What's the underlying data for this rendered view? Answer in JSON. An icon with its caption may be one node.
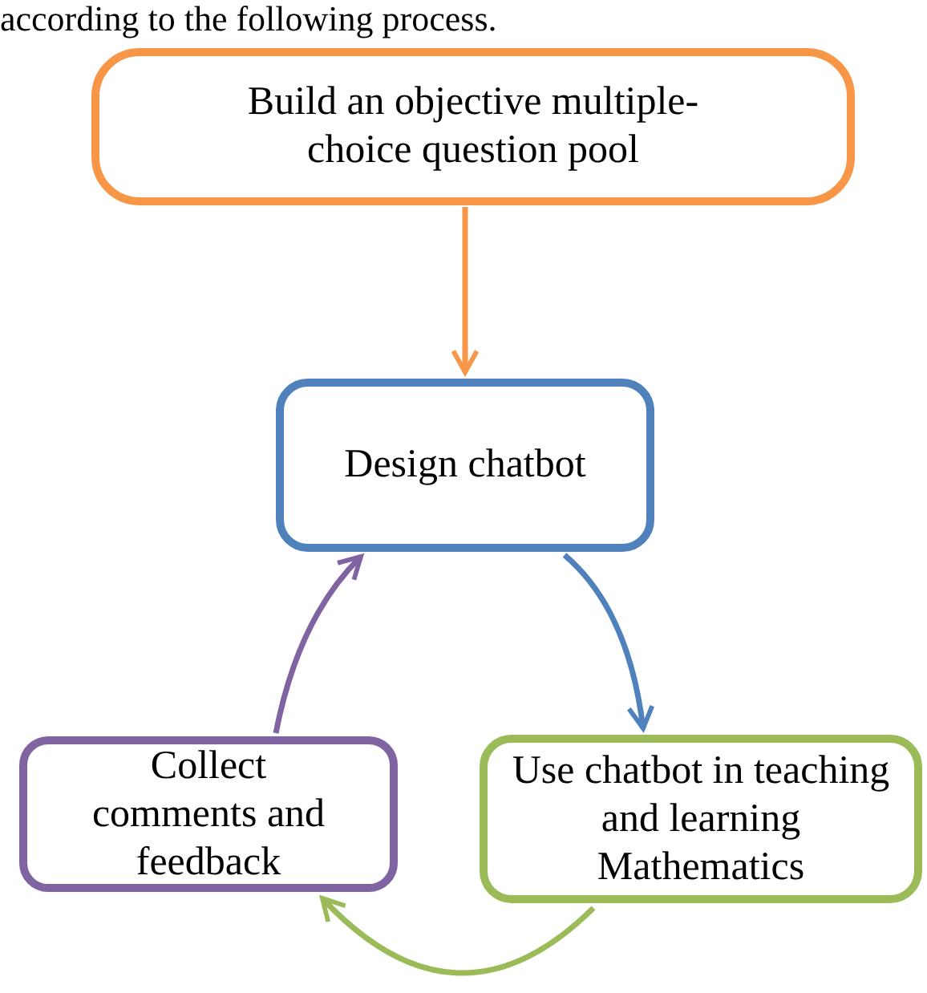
{
  "diagram": {
    "nodes": [
      {
        "text": [
          "Build an objective multiple-choice question pool"
        ]
      },
      {
        "text": [
          "Design chatbot"
        ]
      },
      {
        "text": [
          "Use chatbot in teaching and learning Mathematics"
        ]
      },
      {
        "text": [
          "Collect comments and feedback"
        ]
      }
    ],
    "edges": [
      {
        "from": 0,
        "to": 1,
        "arrow": "to",
        "color": "#f79646"
      },
      {
        "from": 1,
        "to": 2,
        "arrow": "to",
        "color": "#4f81bd"
      },
      {
        "from": 2,
        "to": 3,
        "arrow": "to",
        "color": "#9bbb59"
      },
      {
        "from": 3,
        "to": 1,
        "arrow": "to",
        "color": "#8064a2"
      }
    ],
    "labels": [
      "according to the following process."
    ]
  }
}
